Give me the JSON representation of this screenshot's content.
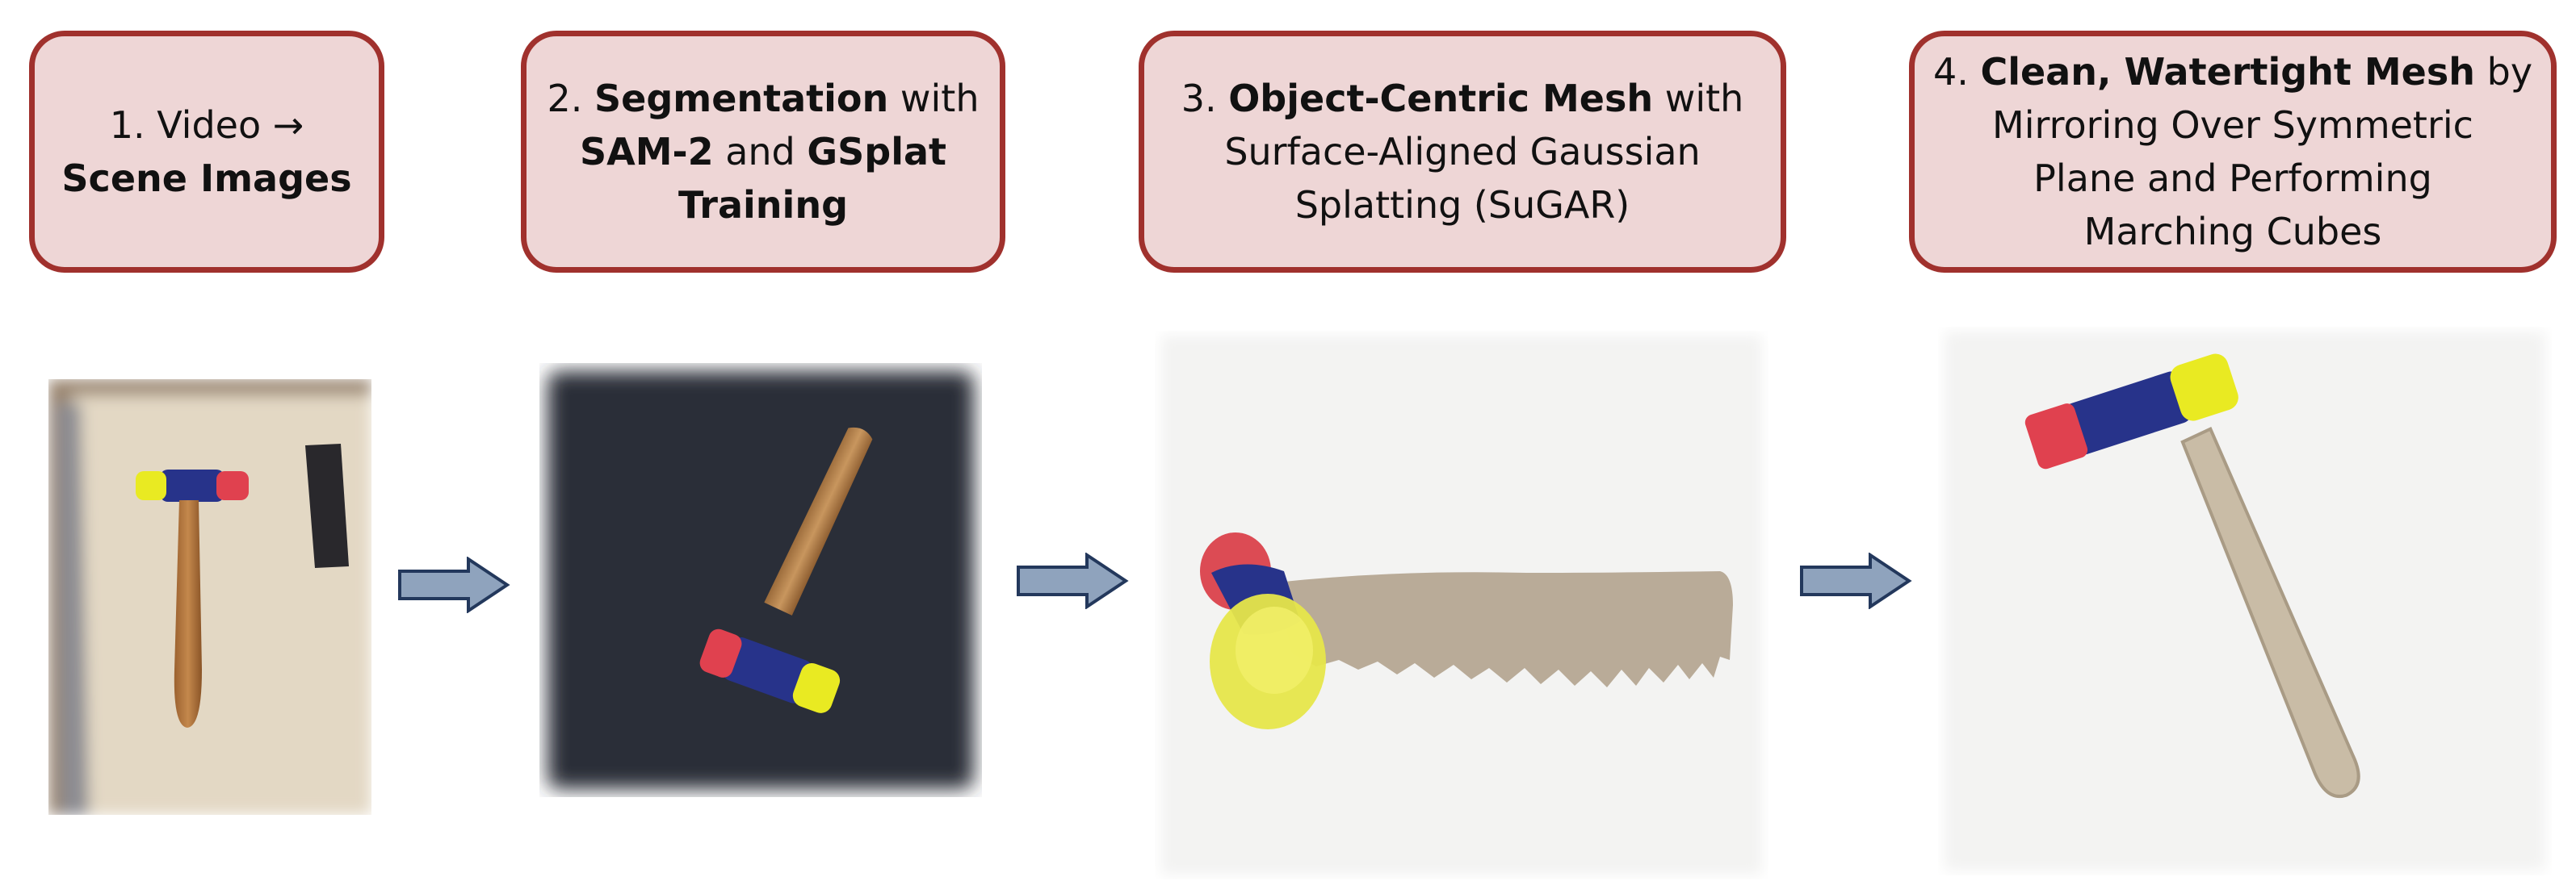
{
  "steps": [
    {
      "lines": [
        [
          {
            "t": "1. Video →",
            "b": false
          }
        ],
        [
          {
            "t": "Scene Images",
            "b": true
          }
        ]
      ]
    },
    {
      "lines": [
        [
          {
            "t": "2. ",
            "b": false
          },
          {
            "t": "Segmentation",
            "b": true
          },
          {
            "t": " with",
            "b": false
          }
        ],
        [
          {
            "t": "SAM-2",
            "b": true
          },
          {
            "t": " and ",
            "b": false
          },
          {
            "t": "GSplat",
            "b": true
          }
        ],
        [
          {
            "t": "Training",
            "b": true
          }
        ]
      ]
    },
    {
      "lines": [
        [
          {
            "t": "3. ",
            "b": false
          },
          {
            "t": "Object-Centric Mesh",
            "b": true
          },
          {
            "t": " with",
            "b": false
          }
        ],
        [
          {
            "t": "Surface-Aligned Gaussian",
            "b": false
          }
        ],
        [
          {
            "t": "Splatting (SuGAR)",
            "b": false
          }
        ]
      ]
    },
    {
      "lines": [
        [
          {
            "t": "4. ",
            "b": false
          },
          {
            "t": "Clean, Watertight Mesh",
            "b": true
          },
          {
            "t": " by",
            "b": false
          }
        ],
        [
          {
            "t": "Mirroring Over Symmetric",
            "b": false
          }
        ],
        [
          {
            "t": "Plane and Performing",
            "b": false
          }
        ],
        [
          {
            "t": "Marching Cubes",
            "b": false
          }
        ]
      ]
    }
  ],
  "colors": {
    "box_fill": "#eed6d6",
    "box_border": "#a0312d",
    "arrow_fill": "#8fa3bd",
    "arrow_stroke": "#23385c",
    "hammer_red": "#e0414f",
    "hammer_yellow": "#e9ea22",
    "hammer_blue": "#27338a",
    "wood_handle": "#b07a45",
    "mesh_handle": "#b9ab98"
  },
  "images": [
    {
      "subject": "photo of hammer on plywood table"
    },
    {
      "subject": "segmented gaussian splat hammer on dark background"
    },
    {
      "subject": "SuGAR hammer mesh with stretched handle"
    },
    {
      "subject": "clean watertight hammer mesh"
    }
  ],
  "arrows": [
    {
      "direction": "right"
    },
    {
      "direction": "right"
    },
    {
      "direction": "right"
    }
  ]
}
